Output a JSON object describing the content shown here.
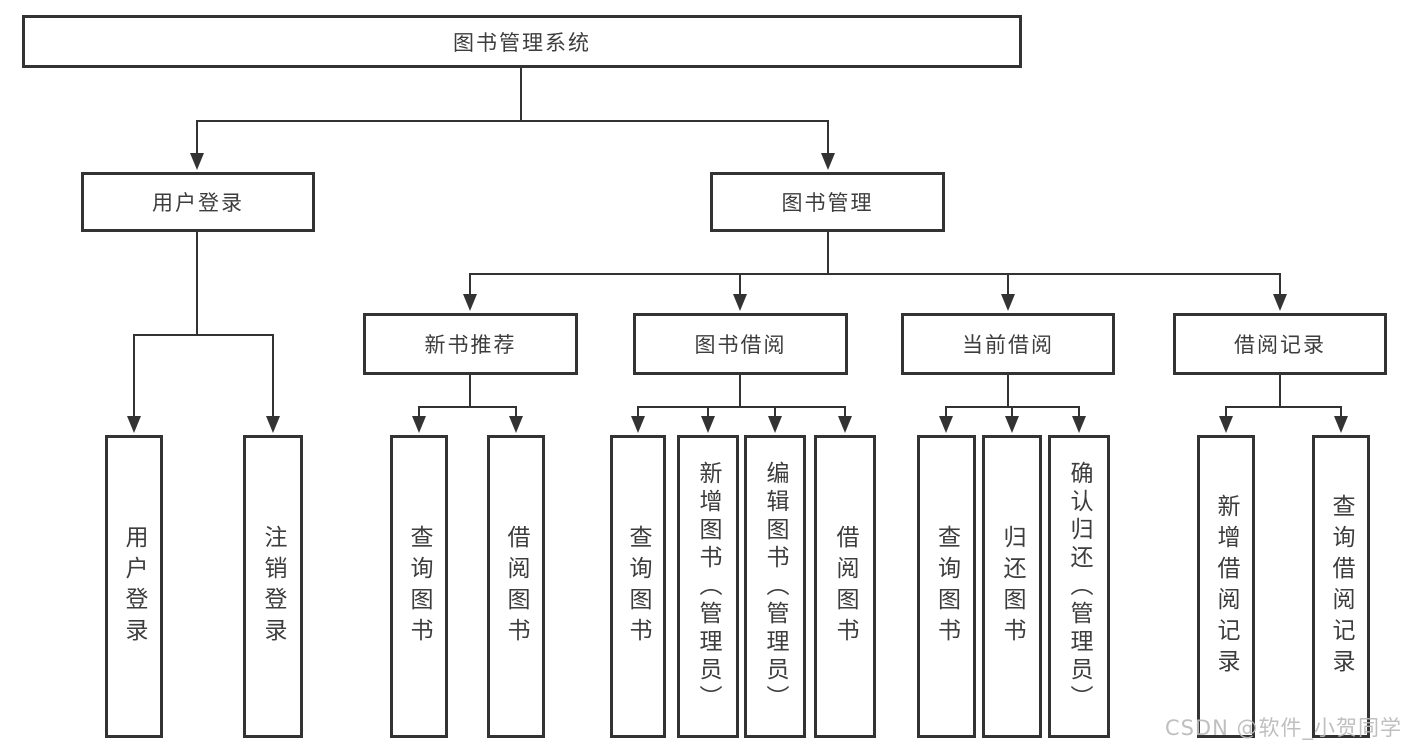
{
  "nodes": {
    "root": "图书管理系统",
    "user_login": "用户登录",
    "book_mgmt": "图书管理",
    "new_book_rec": "新书推荐",
    "book_borrow": "图书借阅",
    "current_borrow": "当前借阅",
    "borrow_records": "借阅记录",
    "leaf_user_login": "用户登录",
    "leaf_logout": "注销登录",
    "rec_query_books": "查询图书",
    "rec_borrow_books": "借阅图书",
    "bb_query_books": "查询图书",
    "bb_add_books": "新增图书（管理员）",
    "bb_edit_books": "编辑图书（管理员）",
    "bb_borrow_books": "借阅图书",
    "cb_query_books": "查询图书",
    "cb_return_books": "归还图书",
    "cb_confirm_return": "确认归还（管理员）",
    "br_add_record": "新增借阅记录",
    "br_query_record": "查询借阅记录"
  },
  "colors": {
    "line": "#333333",
    "box_border": "#333333",
    "text": "#3d3d3d",
    "watermark": "#bababa",
    "background": "#ffffff"
  },
  "watermark": "CSDN @软件_小贺同学"
}
